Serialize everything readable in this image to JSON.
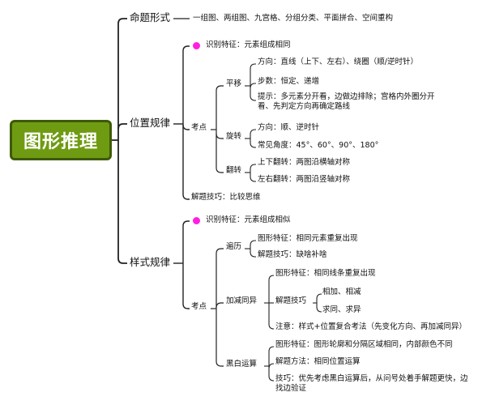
{
  "root": "图形推理",
  "n1": {
    "label": "命题形式",
    "content": "一组图、两组图、九宫格、分组分类、平面拼合、空间重构"
  },
  "n2": {
    "label": "位置规律",
    "feature": "识别特征：元素组成相同",
    "kaodian": "考点",
    "pingyi": {
      "label": "平移",
      "direction": "方向：直线（上下、左右）、绕圈（顺/逆时针）",
      "steps": "步数：恒定、递增",
      "tip": "提示：多元素分开看，边做边排除；宫格内外圈分开看、先判定方向再确定路线"
    },
    "xuanzhuan": {
      "label": "旋转",
      "direction": "方向：顺、逆时针",
      "angles": "常见角度：45°、60°、90°、180°"
    },
    "fanzhuan": {
      "label": "翻转",
      "updown": "上下翻转：两图沿横轴对称",
      "leftright": "左右翻转：两图沿竖轴对称"
    },
    "skill": "解题技巧：比较思维"
  },
  "n3": {
    "label": "样式规律",
    "feature": "识别特征：元素组成相似",
    "kaodian": "考点",
    "bianli": {
      "label": "遍历",
      "feature": "图形特征：相同元素重复出现",
      "skill": "解题技巧：缺啥补啥"
    },
    "jiajian": {
      "label": "加减同异",
      "feature": "图形特征：相同线条重复出现",
      "skill": "解题技巧",
      "add": "相加、相减",
      "same": "求同、求异",
      "note": "注意：样式+位置复合考法（先变化方向、再加减同异）"
    },
    "heibai": {
      "label": "黑白运算",
      "feature": "图形特征：图形轮廓和分隔区域相同，内部颜色不同",
      "method": "解题方法：相同位置运算",
      "tip": "技巧：优先考虑黑白运算后，从问号处着手解题更快，边找边验证"
    }
  },
  "colors": {
    "root_fill": "#6f9b13",
    "bullet": "#ff1fe2",
    "line": "#222222"
  }
}
